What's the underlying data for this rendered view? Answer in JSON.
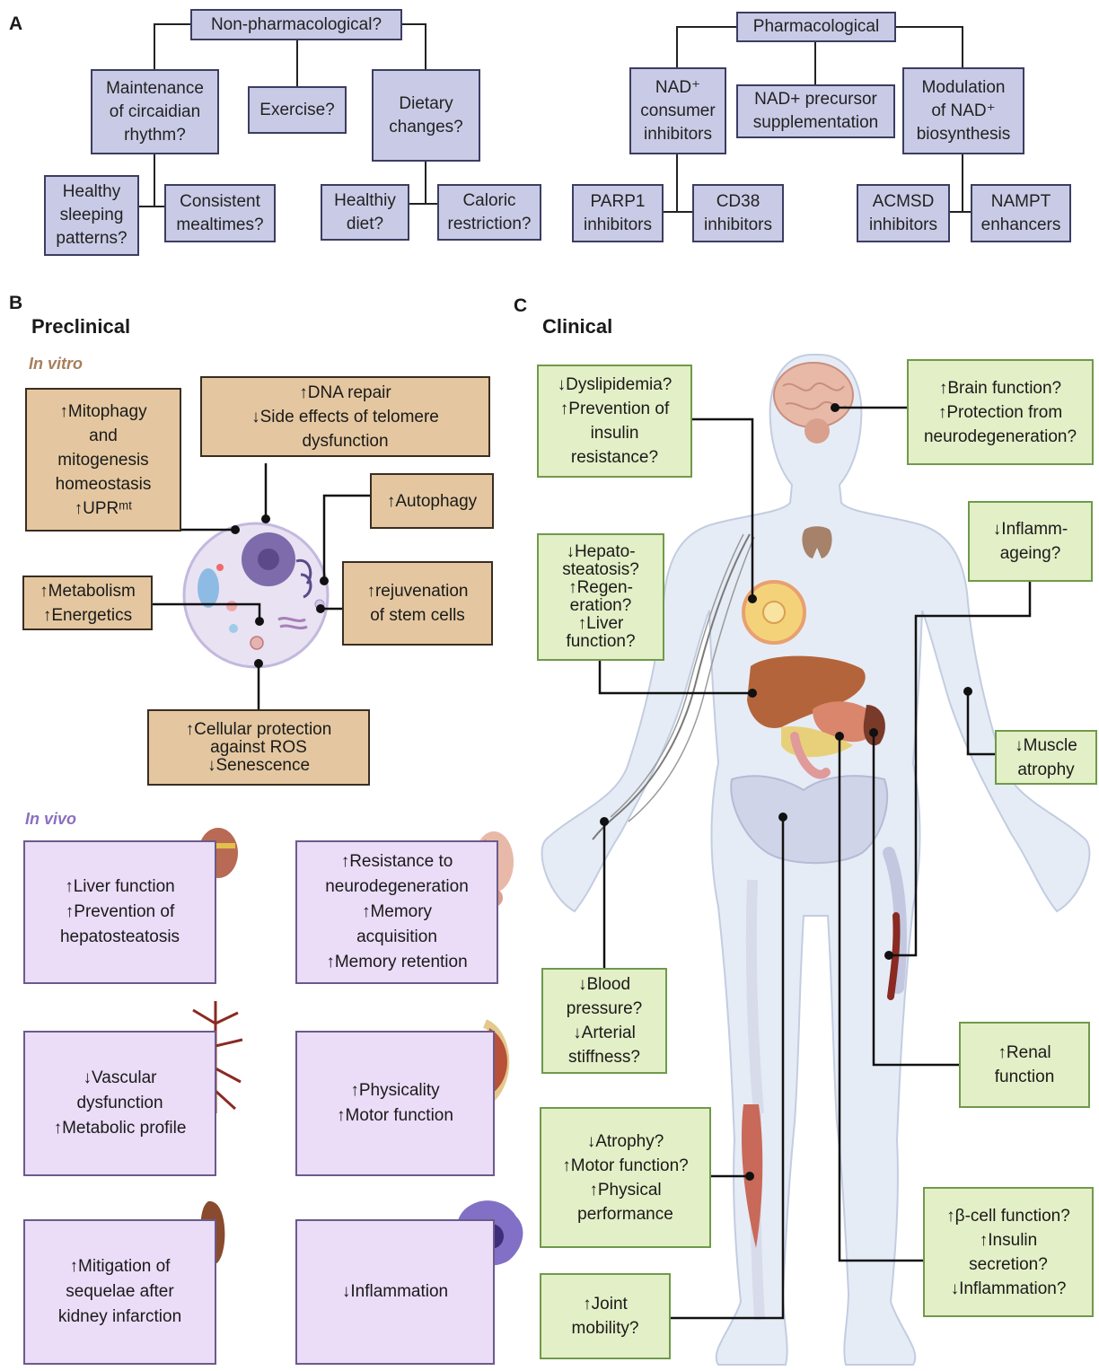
{
  "panels": {
    "a": "A",
    "b": "B",
    "c": "C"
  },
  "headings": {
    "preclinical": "Preclinical",
    "clinical": "Clinical",
    "in_vitro": "In vitro",
    "in_vivo": "In vivo"
  },
  "tree": {
    "non_pharm": "Non-pharmacological?",
    "circadian": [
      "Maintenance",
      "of circaidian",
      "rhythm?"
    ],
    "exercise": "Exercise?",
    "dietary": [
      "Dietary",
      "changes?"
    ],
    "sleeping": [
      "Healthy",
      "sleeping",
      "patterns?"
    ],
    "mealtimes": [
      "Consistent",
      "mealtimes?"
    ],
    "healthy_diet": [
      "Healthiy",
      "diet?"
    ],
    "caloric": [
      "Caloric",
      "restriction?"
    ],
    "pharm": "Pharmacological",
    "consumer": [
      "NAD⁺",
      "consumer",
      "inhibitors"
    ],
    "precursor": [
      "NAD+ precursor",
      "supplementation"
    ],
    "modulation": [
      "Modulation",
      "of NAD⁺",
      "biosynthesis"
    ],
    "parp1": [
      "PARP1",
      "inhibitors"
    ],
    "cd38": [
      "CD38",
      "inhibitors"
    ],
    "acmsd": [
      "ACMSD",
      "inhibitors"
    ],
    "nampt": [
      "NAMPT",
      "enhancers"
    ]
  },
  "in_vitro": {
    "mitophagy": [
      "↑Mitophagy",
      "and",
      "mitogenesis",
      "homeostasis",
      "↑UPRᵐᵗ"
    ],
    "dna": [
      "↑DNA repair",
      "↓Side effects of telomere",
      "dysfunction"
    ],
    "autophagy": "↑Autophagy",
    "metabolism": [
      "↑Metabolism",
      "↑Energetics"
    ],
    "rejuvenation": [
      "↑rejuvenation",
      "of stem cells"
    ],
    "cellular": [
      "↑Cellular protection",
      "against ROS",
      "↓Senescence"
    ]
  },
  "in_vivo": {
    "liver": [
      "↑Liver function",
      "↑Prevention of",
      "hepatosteatosis"
    ],
    "neuro": [
      "↑Resistance to",
      "neurodegeneration",
      "↑Memory",
      "acquisition",
      "↑Memory retention"
    ],
    "vascular": [
      "↓Vascular",
      "dysfunction",
      "↑Metabolic profile"
    ],
    "physicality": [
      "↑Physicality",
      "↑Motor function"
    ],
    "kidney": [
      "↑Mitigation of",
      "sequelae after",
      "kidney infarction"
    ],
    "inflammation": "↓Inflammation"
  },
  "clinical": {
    "dyslipidemia": [
      "↓Dyslipidemia?",
      "↑Prevention of",
      "insulin",
      "resistance?"
    ],
    "brain": [
      "↑Brain function?",
      "↑Protection from",
      "neurodegeneration?"
    ],
    "inflammageing": [
      "↓Inflamm-",
      "ageing?"
    ],
    "hepato": [
      "↓Hepato-",
      "steatosis?",
      "↑Regen-",
      "eration?",
      "↑Liver",
      "function?"
    ],
    "muscle": [
      "↓Muscle",
      "atrophy"
    ],
    "blood": [
      "↓Blood",
      "pressure?",
      "↓Arterial",
      "stiffness?"
    ],
    "renal": [
      "↑Renal",
      "function"
    ],
    "atrophy": [
      "↓Atrophy?",
      "↑Motor function?",
      "↑Physical",
      "performance"
    ],
    "beta": [
      "↑β-cell function?",
      "↑Insulin",
      "secretion?",
      "↓Inflammation?"
    ],
    "joint": [
      "↑Joint",
      "mobility?"
    ]
  },
  "colors": {
    "tree_fill": "#c9cbe6",
    "tree_border": "#3c3d62",
    "vitro_fill": "#e4c7a0",
    "vivo_fill": "#ebdcf7",
    "clinical_fill": "#e3efc6",
    "clinical_border": "#6f9a4b",
    "body": "#e6ecf6"
  }
}
